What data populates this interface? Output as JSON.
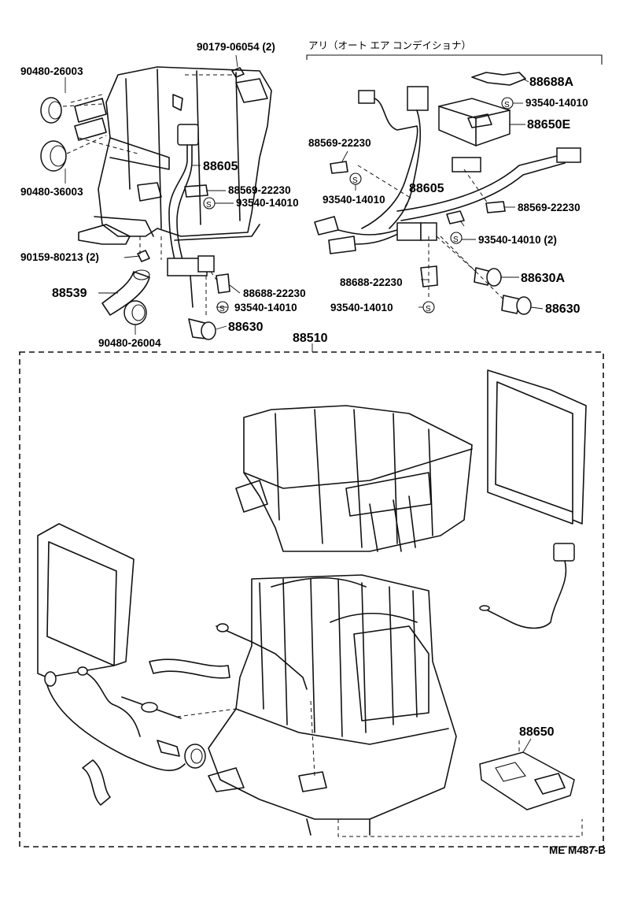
{
  "header": {
    "option_label": "アリ（オート エア コンデイショナ）"
  },
  "labels": {
    "l90179": "90179-06054 (2)",
    "l90480a": "90480-26003",
    "l90480b": "90480-36003",
    "l88605a": "88605",
    "l88569a": "88569-22230",
    "l93540a": "93540-14010",
    "l90159": "90159-80213 (2)",
    "l88539": "88539",
    "l88688a": "88688-22230",
    "l93540b": "93540-14010",
    "l88630a": "88630",
    "l90480c": "90480-26004",
    "l88688A": "88688A",
    "l93540c": "93540-14010",
    "l88650E": "88650E",
    "l88569b": "88569-22230",
    "l93540d": "93540-14010",
    "l88605b": "88605",
    "l88569c": "88569-22230",
    "l93540e": "93540-14010 (2)",
    "l88688b": "88688-22230",
    "l88630A": "88630A",
    "l93540f": "93540-14010",
    "l88630b": "88630",
    "l88510": "88510",
    "l88650": "88650",
    "code": "ME M487-B"
  },
  "screw_symbol": "S"
}
